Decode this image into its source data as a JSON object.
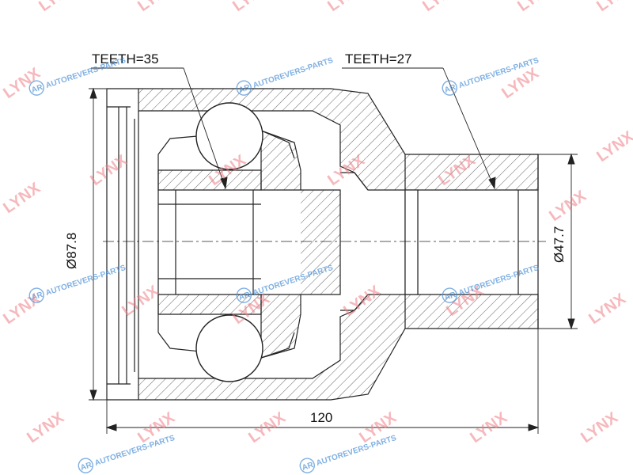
{
  "labels": {
    "teeth_left": "TEETH=35",
    "teeth_right": "TEETH=27",
    "dia_outer": "Ø87.8",
    "dia_shaft": "Ø47.7",
    "length": "120"
  },
  "watermarks": {
    "lynx": "LYNX",
    "autorevers": "AUTOREVERS-PARTS",
    "ar_badge": "AR"
  },
  "colors": {
    "line": "#222222",
    "hatch": "#555555",
    "lynx_watermark": "#ef7f86",
    "autorevers_watermark": "#4a8fd6"
  }
}
